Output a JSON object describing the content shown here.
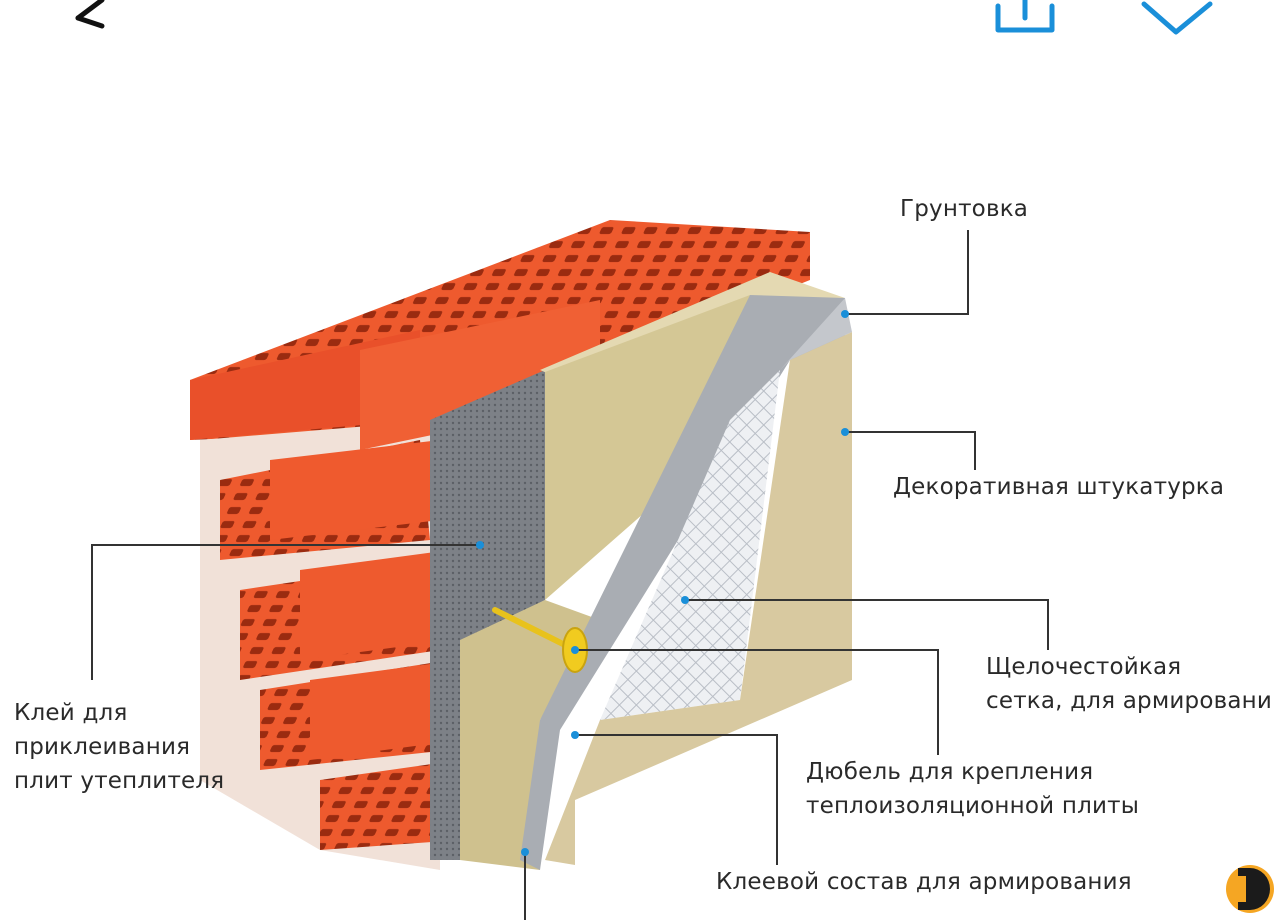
{
  "diagram": {
    "labels": {
      "primer": "Грунтовка",
      "decorative_plaster": "Декоративная  штукатурка",
      "mesh": "Щелочестойкая\nсетка, для армировани",
      "glue": "Клей для\nприклеивания\nплит утеплителя",
      "dowel": "Дюбель для крепления\nтеплоизоляционной плиты",
      "adhesive": "Клеевой состав для армирования"
    }
  },
  "colors": {
    "accent": "#1a8fd9",
    "brick": "#ee5a2e",
    "insulation": "#d2c59a",
    "plaster": "#d8c9a0",
    "logo": "#f5a623"
  },
  "icons": {
    "back": "arrow-left-icon",
    "share": "share-icon",
    "favorite": "heart-icon",
    "logo": "brand-logo-icon"
  }
}
